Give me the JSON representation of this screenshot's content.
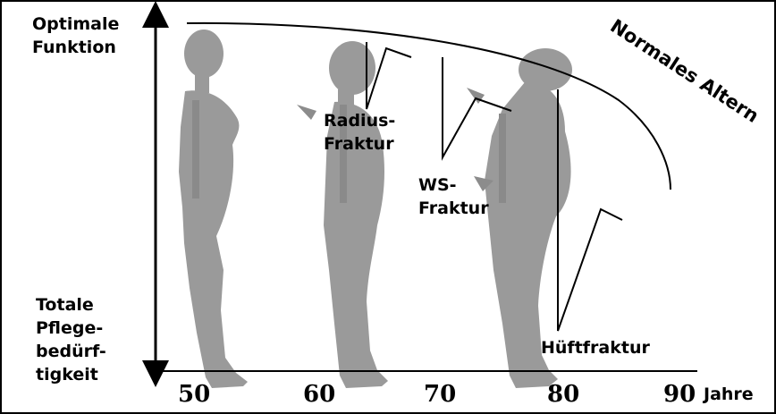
{
  "y_axis": {
    "top_label": "Optimale\nFunktion",
    "bottom_label": "Totale\nPflege-\nbedürf-\ntigkeit"
  },
  "x_axis": {
    "ticks": [
      "50",
      "60",
      "70",
      "80",
      "90"
    ],
    "unit": "Jahre"
  },
  "curve_label": "Normales Altern",
  "annotations": {
    "radius": "Radius-\nFraktur",
    "spine": "WS-\nFraktur",
    "hip": "Hüftfraktur"
  },
  "colors": {
    "figure": "#9a9a9a",
    "figure_spine": "#8a8a8a",
    "line": "#000000",
    "background": "#ffffff"
  }
}
